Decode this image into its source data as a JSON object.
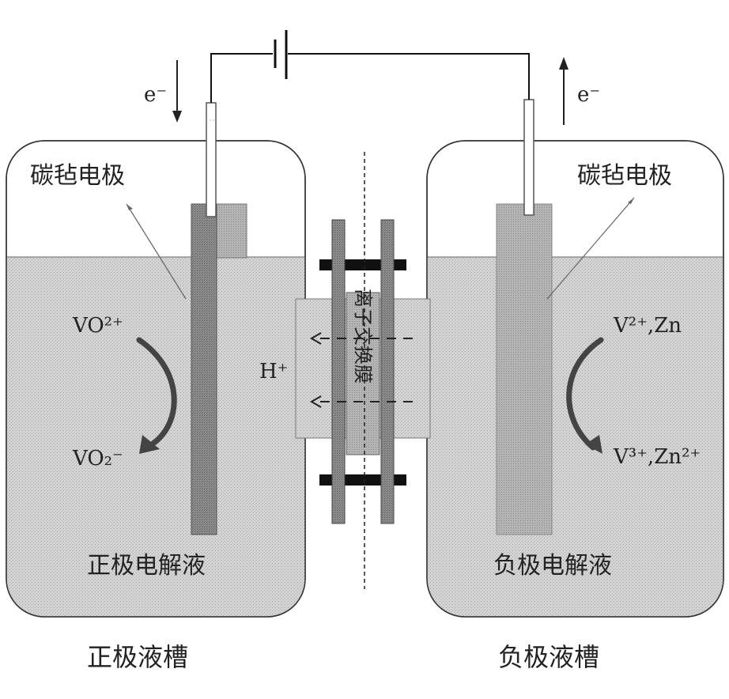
{
  "labels": {
    "electron_left": "e⁻",
    "electron_right": "e⁻",
    "electrode_left": "碳毡电极",
    "electrode_right": "碳毡电极",
    "species_left_top": "VO²⁺",
    "species_left_bottom": "VO₂⁻",
    "species_right_top": "V²⁺,Zn",
    "species_right_bottom": "V³⁺,Zn²⁺",
    "proton": "H⁺",
    "membrane": "离子交换膜",
    "electrolyte_left": "正极电解液",
    "electrolyte_right": "负极电解液",
    "tank_left": "正极液槽",
    "tank_right": "负极液槽"
  }
}
